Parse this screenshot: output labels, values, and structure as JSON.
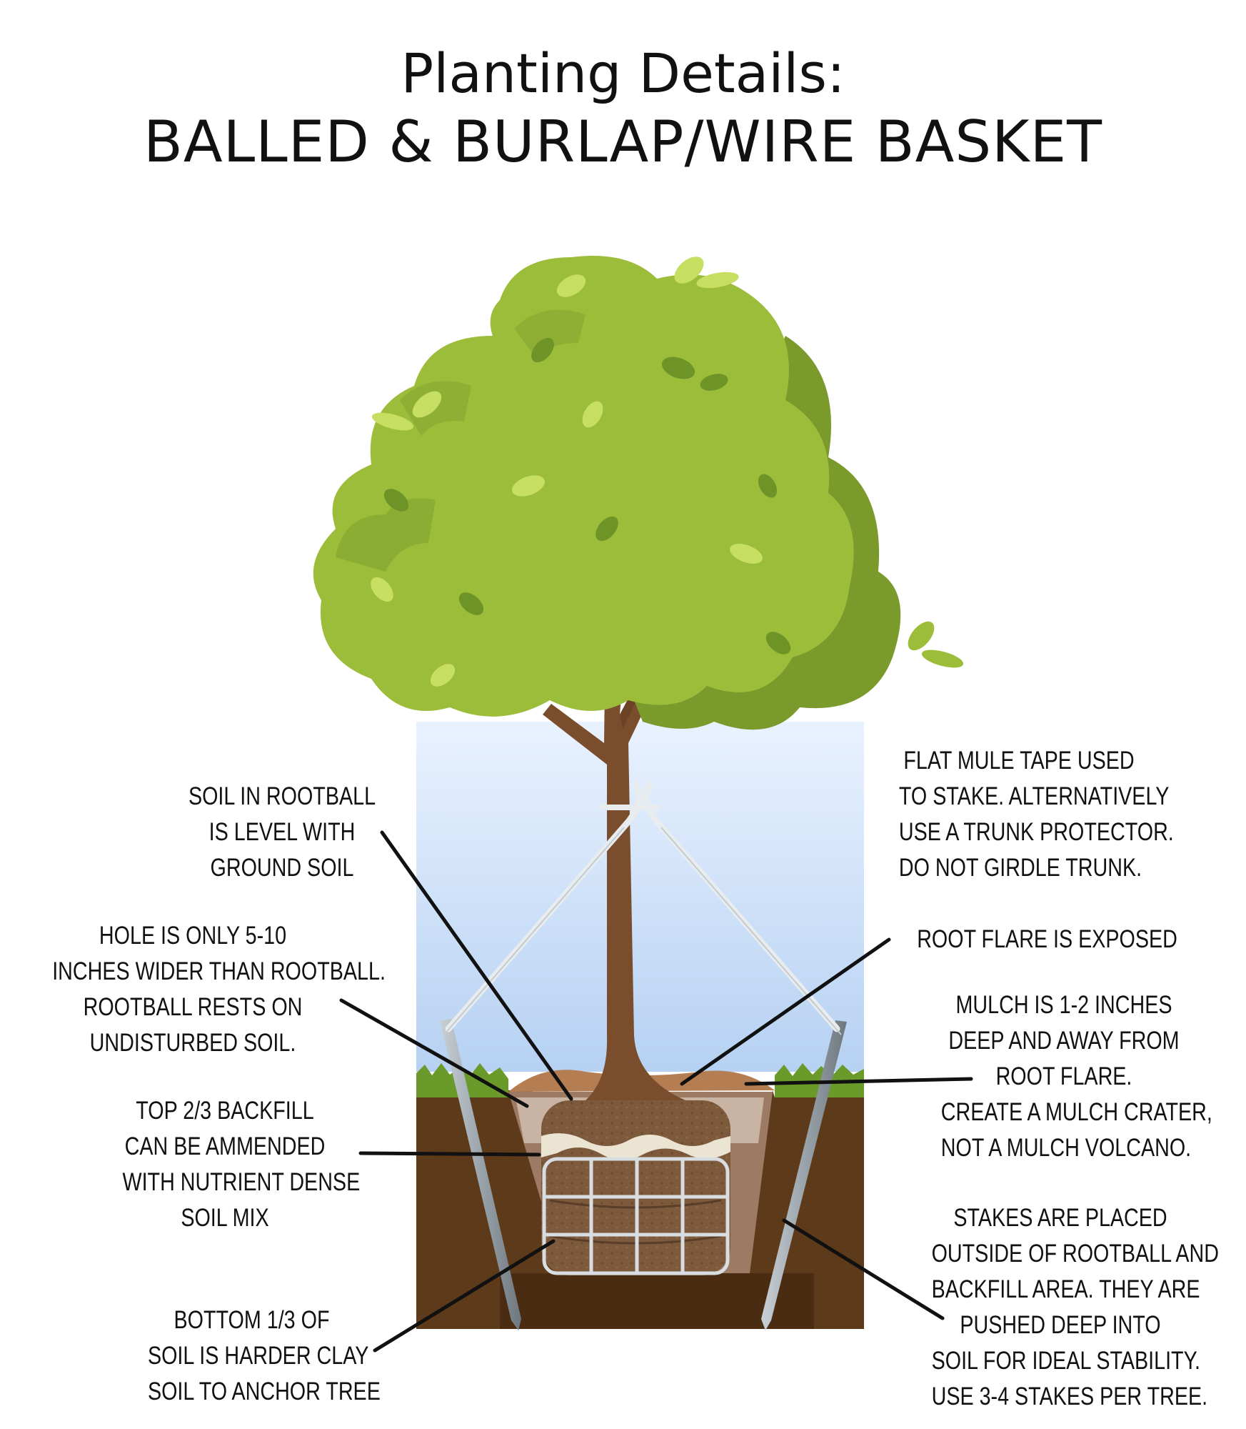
{
  "header": {
    "title_line1": "Planting Details:",
    "title_line2": "BALLED & BURLAP/WIRE BASKET"
  },
  "colors": {
    "foliage_light": "#9cbd3a",
    "foliage_dark": "#7a9a2c",
    "leaf_light": "#c6de62",
    "leaf_dark": "#6e9327",
    "trunk": "#7a4e2d",
    "trunk_dark": "#5e3a1e",
    "sky_top": "#e9f2ff",
    "sky_bottom": "#b6d1f2",
    "soil": "#5c3a1a",
    "soil_dark": "#4a2c12",
    "backfill": "#9c7a64",
    "backfill_light": "#c9b3a3",
    "rootball": "#7e5a3d",
    "mulch": "#b57d52",
    "grass": "#6a9a2a",
    "stake": "#9aa4ab"
  },
  "labels": {
    "soil_in_rootball": [
      "SOIL IN ROOTBALL",
      "IS LEVEL WITH",
      "GROUND SOIL"
    ],
    "hole_width": [
      "HOLE IS ONLY 5-10",
      "INCHES WIDER THAN ROOTBALL.",
      "ROOTBALL RESTS ON",
      "UNDISTURBED SOIL."
    ],
    "top_backfill": [
      "TOP 2/3 BACKFILL",
      "CAN BE AMMENDED",
      "WITH NUTRIENT DENSE",
      "SOIL MIX"
    ],
    "bottom_soil": [
      "BOTTOM 1/3 OF",
      "SOIL IS HARDER CLAY",
      "SOIL TO ANCHOR TREE"
    ],
    "mule_tape": [
      "FLAT MULE TAPE USED",
      "TO STAKE. ALTERNATIVELY",
      "USE A TRUNK PROTECTOR.",
      "DO NOT GIRDLE TRUNK."
    ],
    "root_flare": [
      "ROOT FLARE IS EXPOSED"
    ],
    "mulch": [
      "MULCH IS 1-2 INCHES",
      "DEEP AND AWAY FROM",
      "ROOT FLARE.",
      "CREATE A MULCH CRATER,",
      "NOT A MULCH VOLCANO."
    ],
    "stakes": [
      "STAKES ARE PLACED",
      "OUTSIDE OF ROOTBALL AND",
      "BACKFILL AREA. THEY ARE",
      "PUSHED DEEP INTO",
      "SOIL FOR IDEAL STABILITY.",
      "USE 3-4 STAKES PER TREE."
    ]
  }
}
